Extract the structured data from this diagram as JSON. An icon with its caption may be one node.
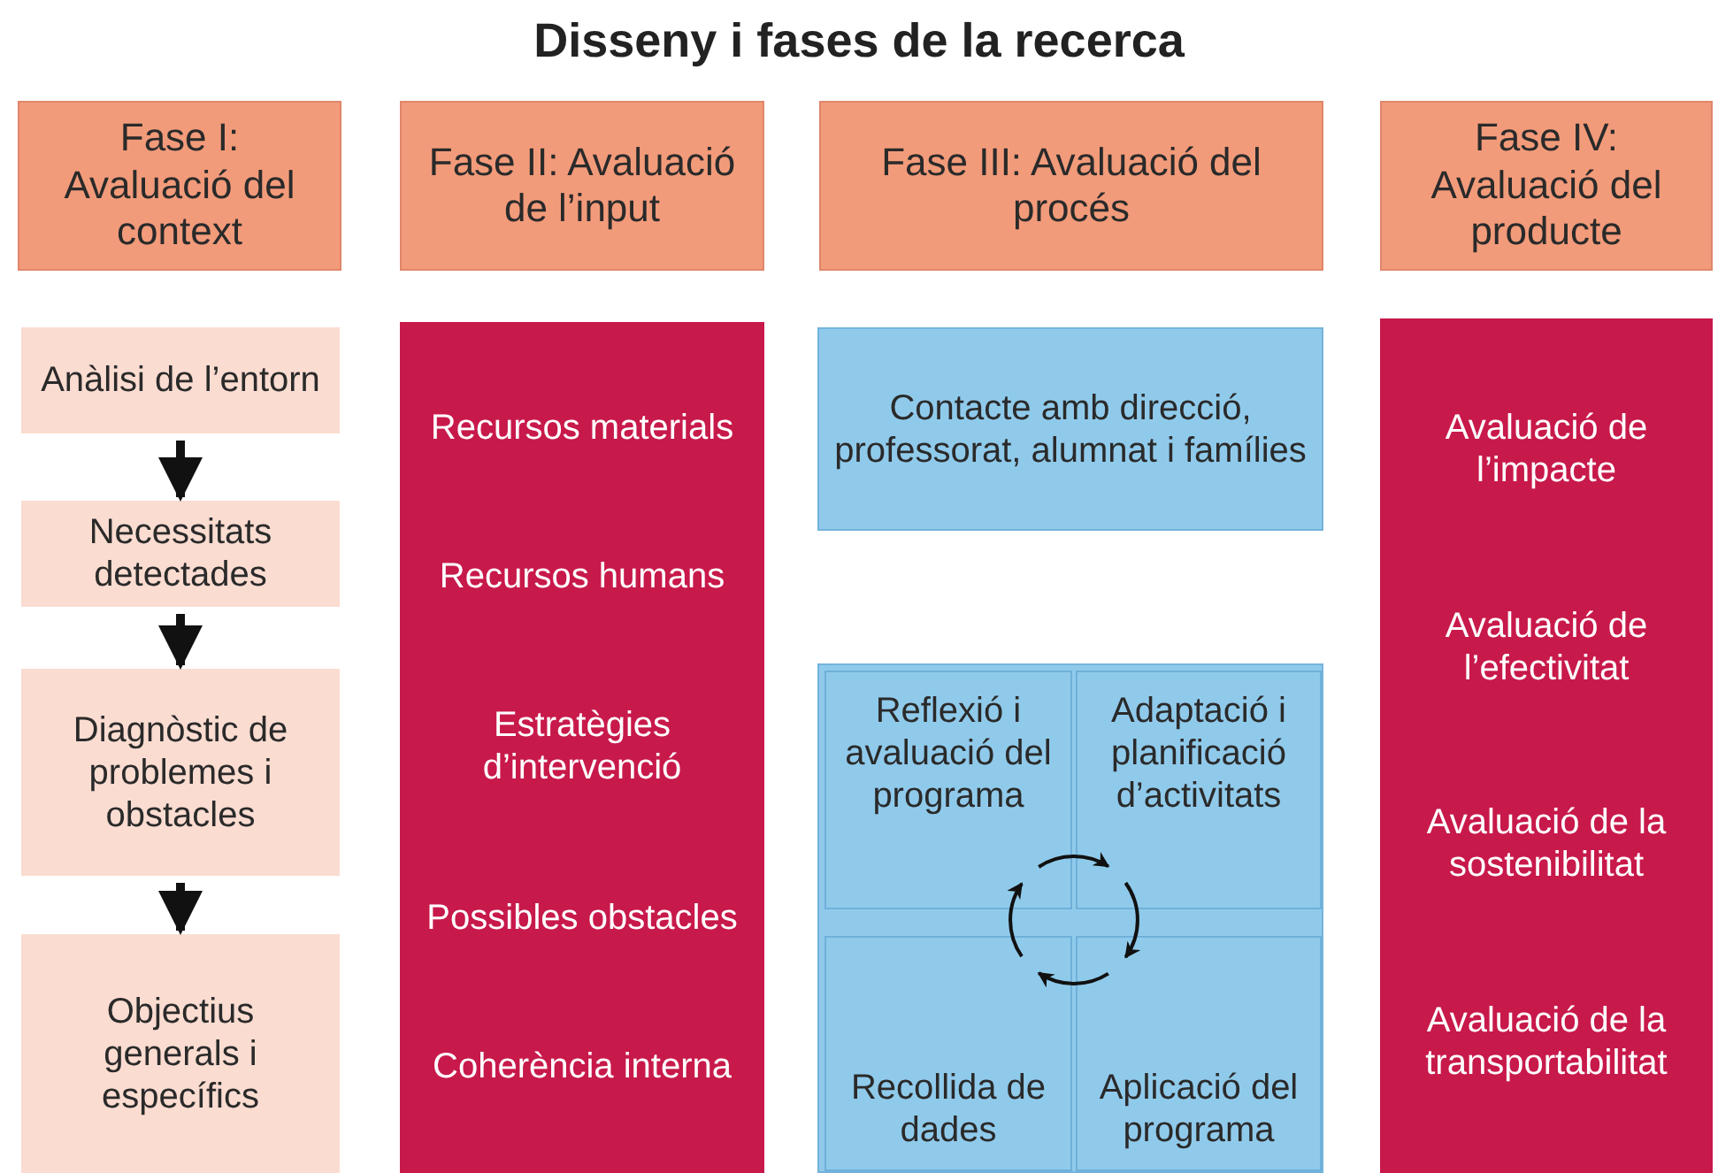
{
  "diagram": {
    "title": "Disseny i fases de la recerca",
    "nodes": [
      {
        "text": [
          "Fase I: Avaluació del context"
        ]
      },
      {
        "text": [
          "Fase II: Avaluació de l’input"
        ]
      },
      {
        "text": [
          "Fase III: Avaluació del procés"
        ]
      },
      {
        "text": [
          "Fase IV: Avaluació del producte"
        ]
      },
      {
        "text": [
          "Anàlisi de l’entorn"
        ]
      },
      {
        "text": [
          "Necessitats detectades"
        ]
      },
      {
        "text": [
          "Diagnòstic de problemes i obstacles"
        ]
      },
      {
        "text": [
          "Objectius generals i específics"
        ]
      },
      {
        "text": [
          "Recursos materials",
          "Recursos humans",
          "Estratègies d’intervenció",
          "Possibles obstacles",
          "Coherència interna"
        ]
      },
      {
        "text": [
          "Contacte amb direcció, professorat, alumnat i famílies"
        ]
      },
      {
        "text": [],
        "shape": "box"
      },
      {
        "text": [
          "Reflexió i avaluació del programa"
        ],
        "in": 10
      },
      {
        "text": [
          "Adaptació i planificació d’activitats"
        ],
        "in": 10
      },
      {
        "text": [
          "Recollida de dades"
        ],
        "in": 10
      },
      {
        "text": [
          "Aplicació del programa"
        ],
        "in": 10
      },
      {
        "text": [
          "Avaluació de l’impacte",
          "Avaluació de l’efectivitat",
          "Avaluació de la sostenibilitat",
          "Avaluació de la transportabilitat"
        ]
      }
    ],
    "edges": [
      {
        "from": 4,
        "to": 5,
        "arrow": "to",
        "style": "thick"
      },
      {
        "from": 5,
        "to": 6,
        "arrow": "to",
        "style": "thick"
      },
      {
        "from": 6,
        "to": 7,
        "arrow": "to",
        "style": "thick"
      },
      {
        "from": 11,
        "to": 12,
        "arrow": "to"
      },
      {
        "from": 12,
        "to": 14,
        "arrow": "to"
      },
      {
        "from": 14,
        "to": 13,
        "arrow": "to"
      },
      {
        "from": 13,
        "to": 11,
        "arrow": "to"
      }
    ]
  }
}
